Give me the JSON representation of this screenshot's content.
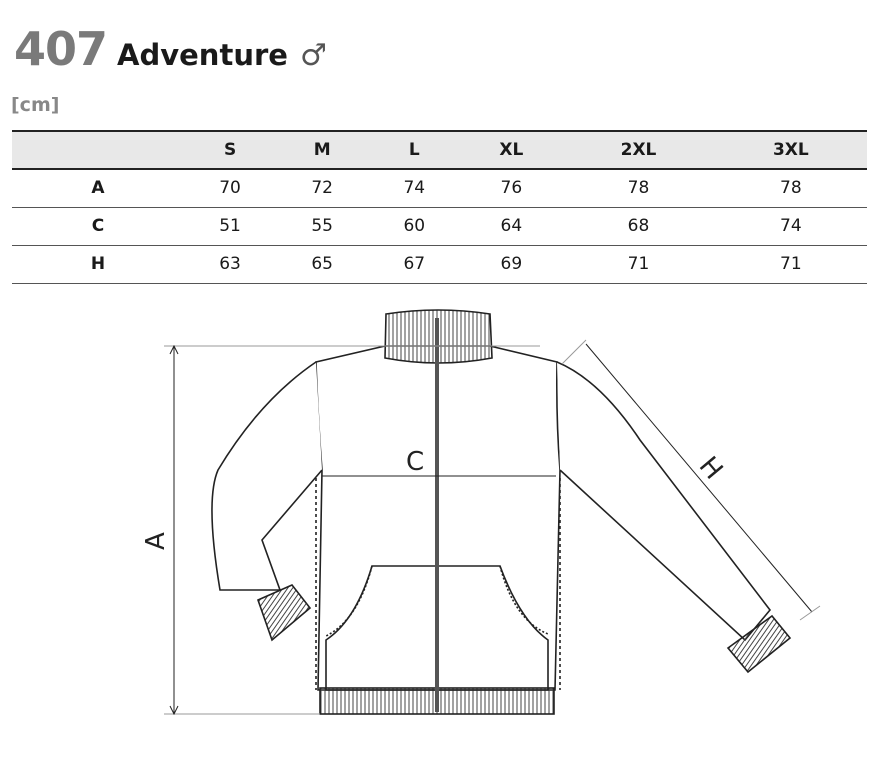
{
  "header": {
    "model_number": "407",
    "model_name": "Adventure",
    "gender_symbol": "♂",
    "unit": "[cm]"
  },
  "table": {
    "columns": [
      "",
      "S",
      "M",
      "L",
      "XL",
      "2XL",
      "3XL"
    ],
    "rows": [
      {
        "label": "A",
        "values": [
          "70",
          "72",
          "74",
          "76",
          "78",
          "78"
        ]
      },
      {
        "label": "C",
        "values": [
          "51",
          "55",
          "60",
          "64",
          "68",
          "74"
        ]
      },
      {
        "label": "H",
        "values": [
          "63",
          "65",
          "67",
          "69",
          "71",
          "71"
        ]
      }
    ]
  },
  "diagram": {
    "label_a": "A",
    "label_c": "C",
    "label_h": "H"
  }
}
